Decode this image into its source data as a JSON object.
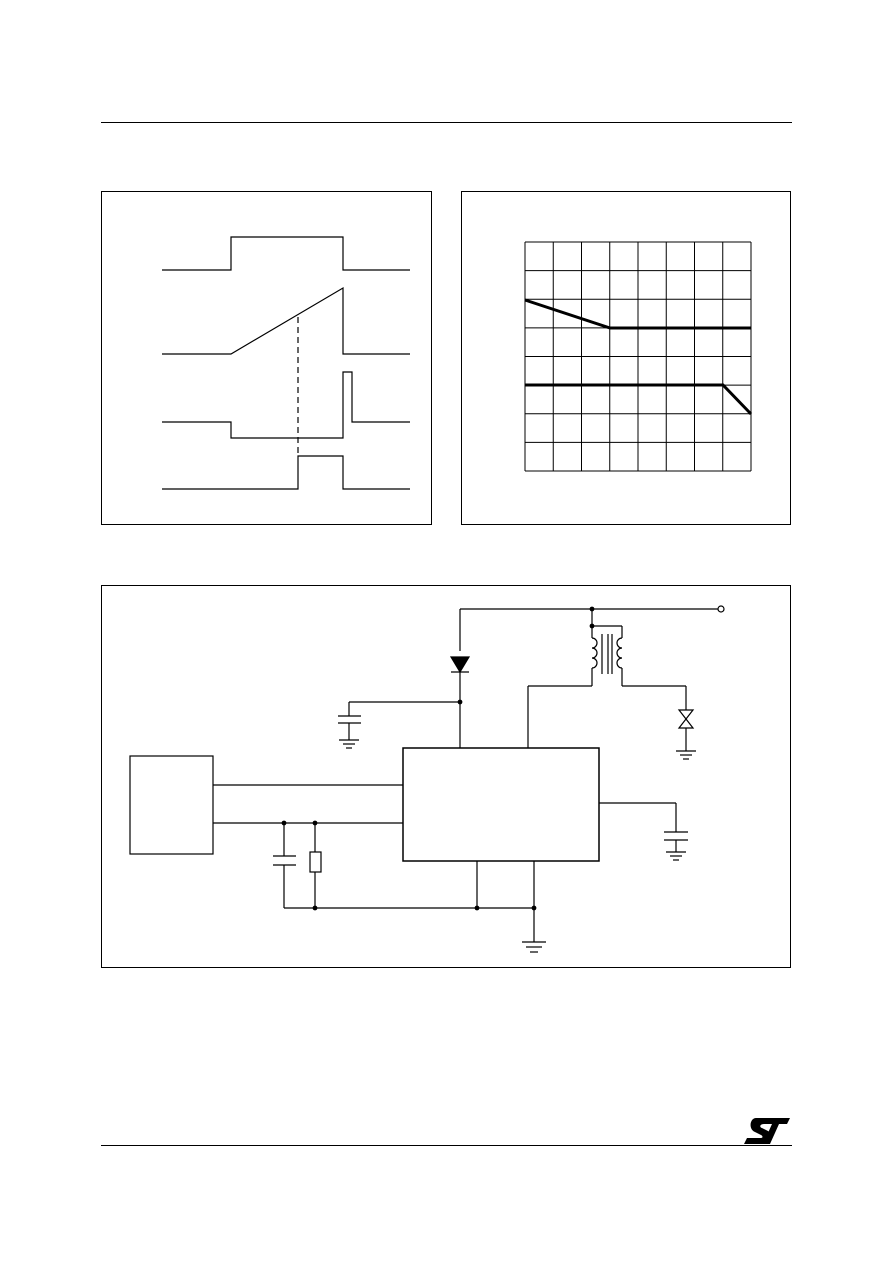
{
  "logo": {
    "brand": "ST",
    "icon": "st-logo-icon"
  },
  "figures": {
    "timing_diagram": {
      "waveforms": 4
    },
    "characteristic_graph": {
      "grid_columns": 8,
      "grid_rows": 8
    },
    "application_circuit": {}
  }
}
